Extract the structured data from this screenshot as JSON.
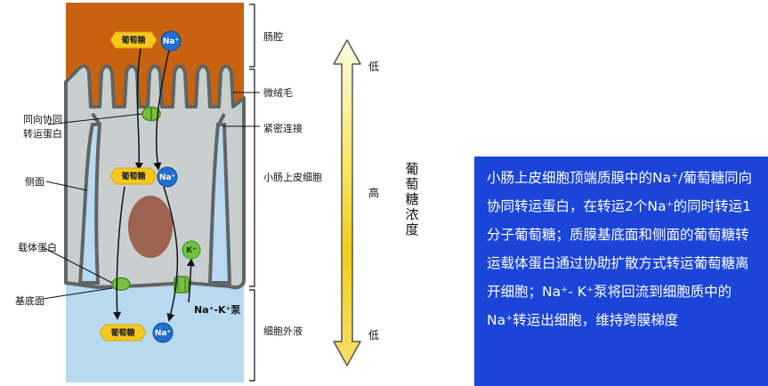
{
  "molecules": {
    "glucose": "葡萄糖",
    "na": "Na⁺",
    "k": "K⁺"
  },
  "labels_right": {
    "lumen": "肠腔",
    "microvilli": "微绒毛",
    "tight_junction": "紧密连接",
    "epithelial_cell": "小肠上皮细胞",
    "extracellular": "细胞外液"
  },
  "labels_left": {
    "symporter_line1": "同向协同",
    "symporter_line2": "转运蛋白",
    "lateral": "侧面",
    "carrier": "载体蛋白",
    "basal": "基底面"
  },
  "pump_label": "Na⁺-K⁺泵",
  "concentration": {
    "title_chars": [
      "葡",
      "萄",
      "糖",
      "浓",
      "度"
    ],
    "low_top": "低",
    "high_mid": "高",
    "low_bottom": "低"
  },
  "info_text": "小肠上皮细胞顶端质膜中的Na⁺/葡萄糖同向协同转运蛋白，在转运2个Na⁺的同时转运1分子葡萄糖；质膜基底面和侧面的葡萄糖转运载体蛋白通过协助扩散方式转运葡萄糖离开细胞；Na⁺- K⁺泵将回流到细胞质中的Na⁺转运出细胞，维持跨膜梯度",
  "colors": {
    "lumen": "#c8620e",
    "cell": "#c9cfcf",
    "membrane": "#5f6465",
    "extracellular": "#b9d9f1",
    "nucleus": "#9e6250",
    "glucose": "#f7c81f",
    "na_ion": "#1f6fcf",
    "k_ion": "#6fc23f",
    "info_box": "#1a45d8",
    "gradient_top": "#fffbe0",
    "gradient_bottom": "#f0c800"
  }
}
